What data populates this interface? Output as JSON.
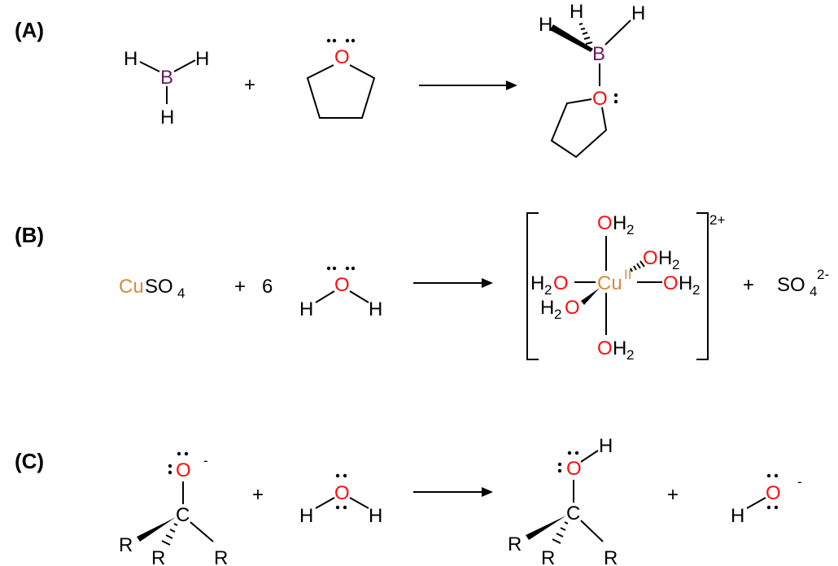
{
  "panels": {
    "a": {
      "label": "(A)",
      "plus": "+"
    },
    "b": {
      "label": "(B)",
      "plus": "+",
      "coef": "6",
      "charge": "2+",
      "sulfate_charge": "2-",
      "cu_ox": "II"
    },
    "c": {
      "label": "(C)",
      "plus1": "+",
      "plus2": "+",
      "minus": "-"
    }
  },
  "atoms": {
    "H": "H",
    "B": "B",
    "O": "O",
    "Cu": "Cu",
    "C": "C",
    "R": "R",
    "S": "S",
    "two": "2",
    "four": "4",
    "SO": "SO"
  },
  "colors": {
    "oxygen": "#ff0d0d",
    "boron": "#6b1a5e",
    "copper": "#d98a3a"
  }
}
